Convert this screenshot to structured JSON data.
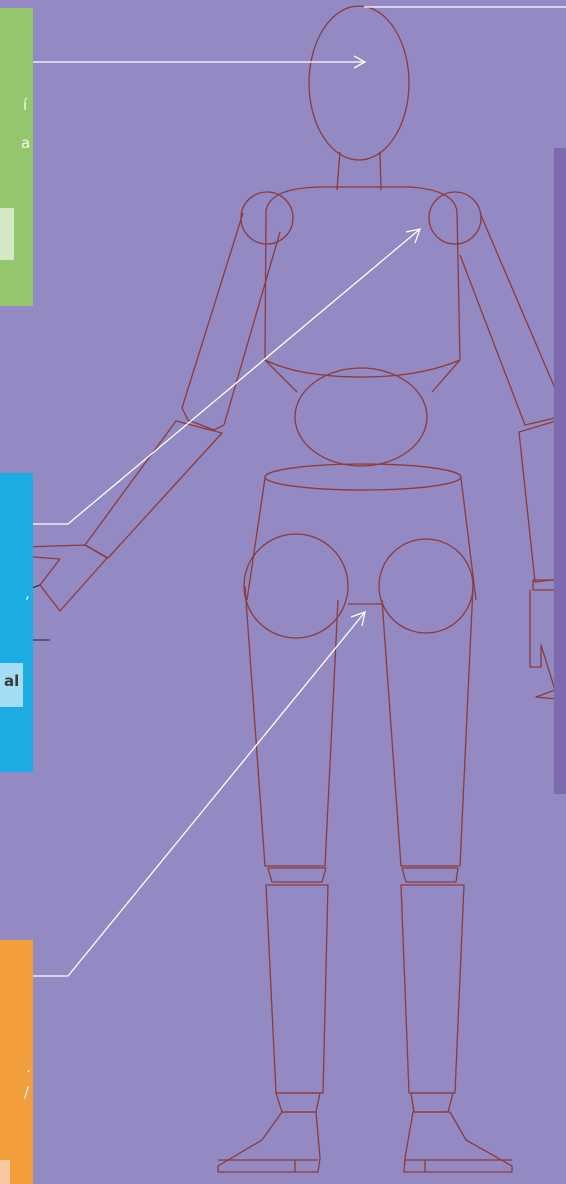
{
  "colors": {
    "background": "#9389c3",
    "panel_green": "#94c66e",
    "panel_green_light": "#d5e8c4",
    "panel_blue": "#1aace3",
    "panel_blue_light": "#a3dcf5",
    "panel_orange": "#f39e3c",
    "panel_orange_light": "#f8c9a0",
    "panel_purple": "#7e6aae",
    "figure_outline": "#8d3b3a",
    "pointer_line": "#ffffff"
  },
  "text_fragments": {
    "green_top": "í",
    "green_bottom": "a",
    "blue_top": ",",
    "blue_label": "al",
    "orange_top": ".",
    "orange_bottom": "/"
  },
  "icons": [
    "mannequin-figure",
    "pointer-arrow"
  ]
}
